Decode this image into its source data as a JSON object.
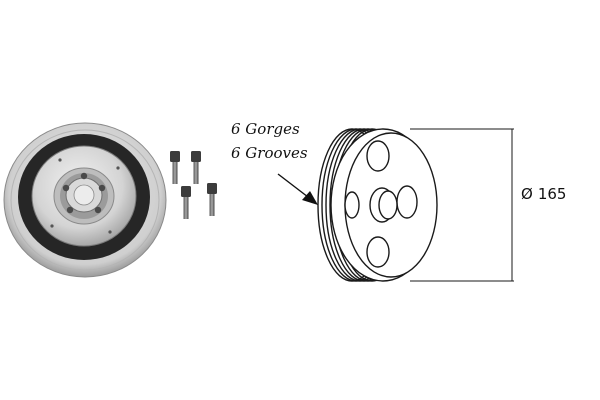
{
  "annotations": {
    "grooves_fr": "6 Gorges",
    "grooves_en": "6 Grooves",
    "diameter_symbol": "Ø",
    "diameter_value": "165"
  },
  "icons": {
    "pulley_photo": "damper-pulley-photo",
    "bolts": "mounting-bolt-icon",
    "drawing": "pulley-line-drawing-icon",
    "arrow": "pointer-arrow-icon"
  },
  "colors": {
    "line": "#1a1a1a",
    "rubber": "#2a2a2a",
    "metal_light": "#e8e8e8",
    "metal_mid": "#c9c9c9",
    "metal_dark": "#8f8f8f"
  }
}
